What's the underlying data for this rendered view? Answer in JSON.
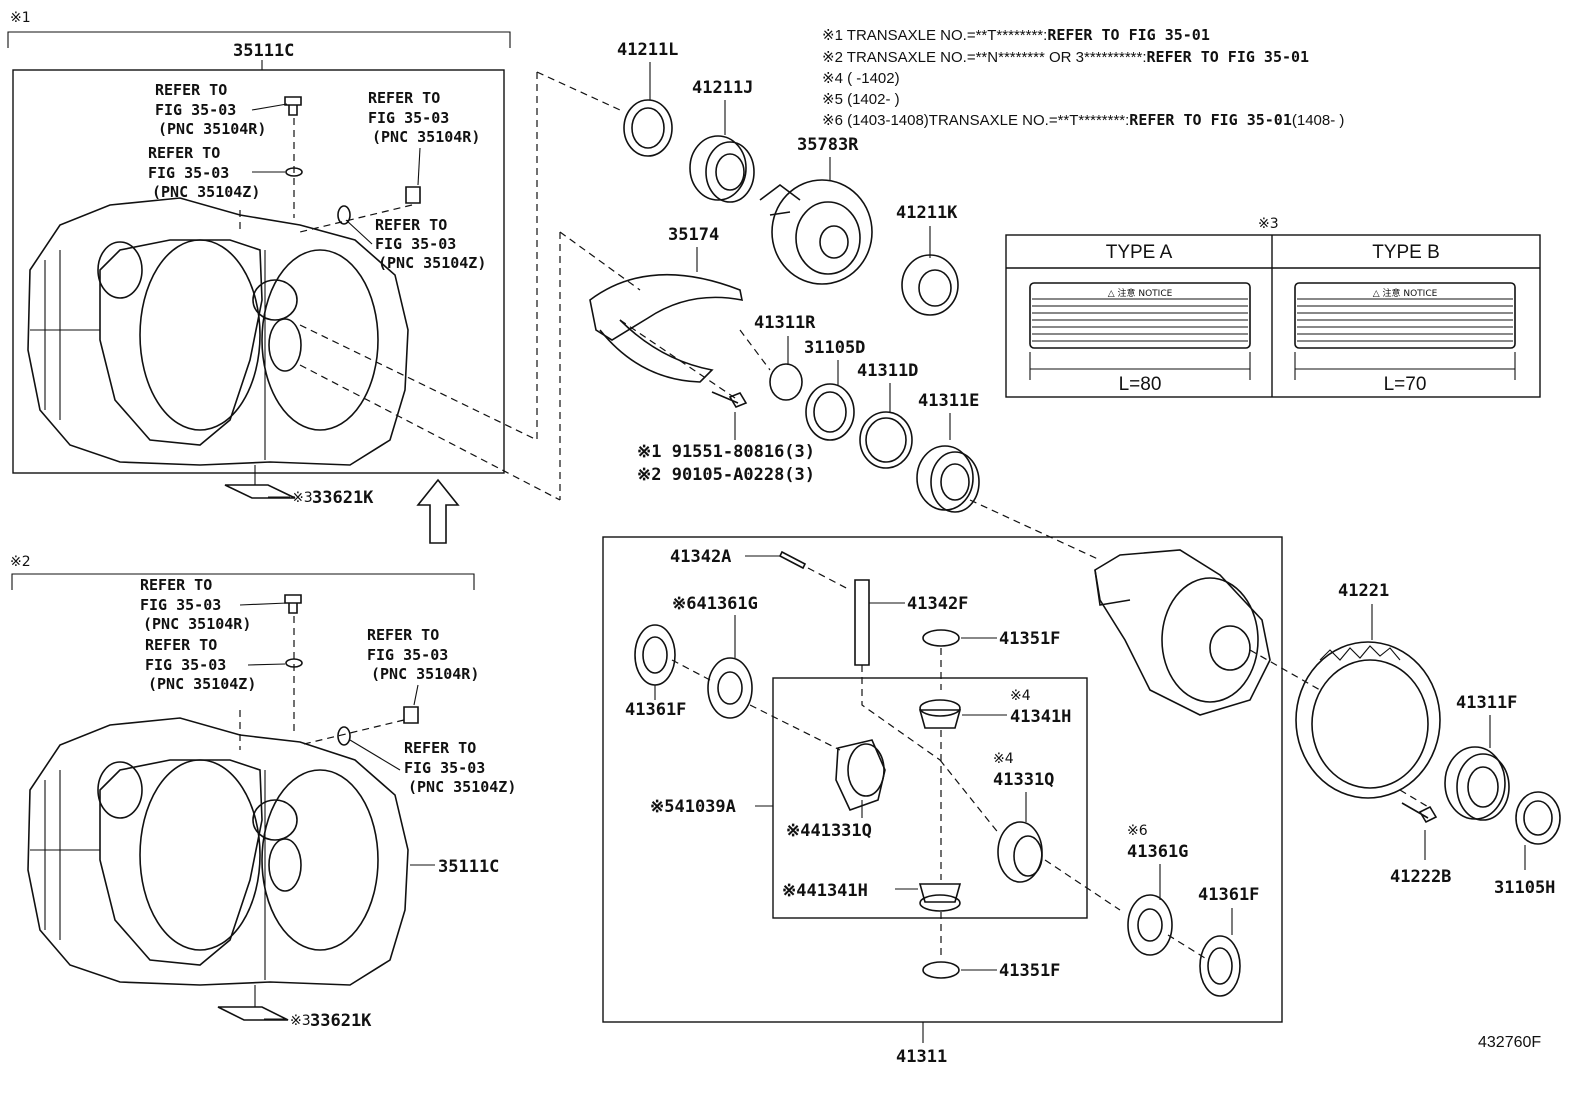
{
  "notes": [
    {
      "prefix": "※1 TRANSAXLE NO.=**T********:",
      "ref": "REFER TO FIG 35-01",
      "suffix": ""
    },
    {
      "prefix": "※2 TRANSAXLE NO.=**N******** OR 3**********:",
      "ref": "REFER TO FIG 35-01",
      "suffix": ""
    },
    {
      "prefix": "※4 (      -1402)",
      "ref": "",
      "suffix": ""
    },
    {
      "prefix": "※5 (1402-      )",
      "ref": "",
      "suffix": ""
    },
    {
      "prefix": "※6 (1403-1408)TRANSAXLE NO.=**T********:",
      "ref": "REFER TO FIG 35-01",
      "suffix": "(1408-      )"
    }
  ],
  "group1": {
    "mark": "※1",
    "title": "35111C",
    "refs": [
      {
        "l1": "REFER TO",
        "l2": "FIG 35-03",
        "l3": "(PNC 35104R)"
      },
      {
        "l1": "REFER TO",
        "l2": "FIG 35-03",
        "l3": "(PNC 35104Z)"
      },
      {
        "l1": "REFER TO",
        "l2": "FIG 35-03",
        "l3": "(PNC 35104R)"
      },
      {
        "l1": "REFER TO",
        "l2": "FIG 35-03",
        "l3": "(PNC 35104Z)"
      }
    ],
    "label_mark": "※3",
    "label_part": "33621K"
  },
  "group2": {
    "mark": "※2",
    "part": "35111C",
    "refs": [
      {
        "l1": "REFER TO",
        "l2": "FIG 35-03",
        "l3": "(PNC 35104R)"
      },
      {
        "l1": "REFER TO",
        "l2": "FIG 35-03",
        "l3": "(PNC 35104Z)"
      },
      {
        "l1": "REFER TO",
        "l2": "FIG 35-03",
        "l3": "(PNC 35104R)"
      },
      {
        "l1": "REFER TO",
        "l2": "FIG 35-03",
        "l3": "(PNC 35104Z)"
      }
    ],
    "label_mark": "※3",
    "label_part": "33621K"
  },
  "parts": {
    "p41211L": "41211L",
    "p41211J": "41211J",
    "p35783R": "35783R",
    "p41211K": "41211K",
    "p35174": "35174",
    "p41311R": "41311R",
    "p31105D": "31105D",
    "p41311D": "41311D",
    "p41311E": "41311E",
    "bolt1": "※1  91551-80816(3)",
    "bolt2": "※2  90105-A0228(3)",
    "p41342A": "41342A",
    "p41342F": "41342F",
    "p41361G_a": "※641361G",
    "p41351F_top": "41351F",
    "p41361F_a": "41361F",
    "p41341H_top_mark": "※4",
    "p41341H_top": "41341H",
    "p41331Q_right_mark": "※4",
    "p41331Q_right": "41331Q",
    "p41039A": "※541039A",
    "p41331Q_left": "※441331Q",
    "p41341H_bottom": "※441341H",
    "p41361G_b_mark": "※6",
    "p41361G_b": "41361G",
    "p41361F_b": "41361F",
    "p41351F_bottom": "41351F",
    "p41311": "41311",
    "p41221": "41221",
    "p41311F": "41311F",
    "p41222B": "41222B",
    "p31105H": "31105H"
  },
  "label_table": {
    "mark": "※3",
    "type_a": "TYPE A",
    "type_b": "TYPE B",
    "len_a": "L=80",
    "len_b": "L=70",
    "notice": "△ 注意  NOTICE"
  },
  "figure_id": "432760F"
}
